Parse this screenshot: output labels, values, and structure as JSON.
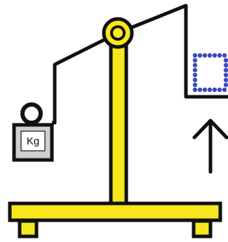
{
  "illustration": {
    "weight_label": "Kg",
    "colors": {
      "frame": "#f8e71c",
      "outline": "#111111",
      "weight_fill": "#cfcfcf",
      "dots": "#3b4bbd",
      "background": "#ffffff"
    },
    "icons": [
      "balance-scale",
      "kilogram-weight",
      "dotted-box",
      "up-arrow"
    ]
  }
}
